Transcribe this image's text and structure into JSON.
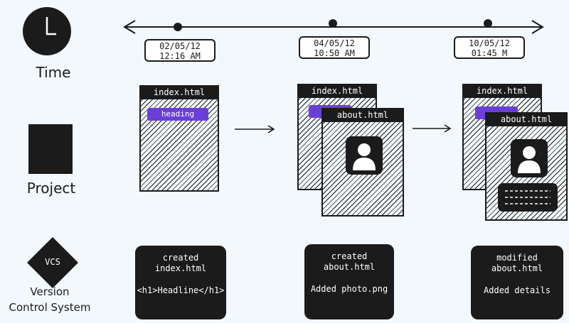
{
  "labels": {
    "time": "Time",
    "project": "Project",
    "vcs_short": "VCS",
    "vcs_line1": "Version",
    "vcs_line2": "Control System"
  },
  "timeline": [
    {
      "date": "02/05/12",
      "time": "12:16 AM"
    },
    {
      "date": "04/05/12",
      "time": "10:50 AM"
    },
    {
      "date": "10/05/12",
      "time": "01:45 M"
    }
  ],
  "files": {
    "index": "index.html",
    "about": "about.html",
    "heading": "heading"
  },
  "commits": [
    {
      "line1": "created",
      "line2": "index.html",
      "detail": "<h1>Headline</h1>"
    },
    {
      "line1": "created",
      "line2": "about.html",
      "detail": "Added photo.png"
    },
    {
      "line1": "modified",
      "line2": "about.html",
      "detail": "Added details"
    }
  ]
}
